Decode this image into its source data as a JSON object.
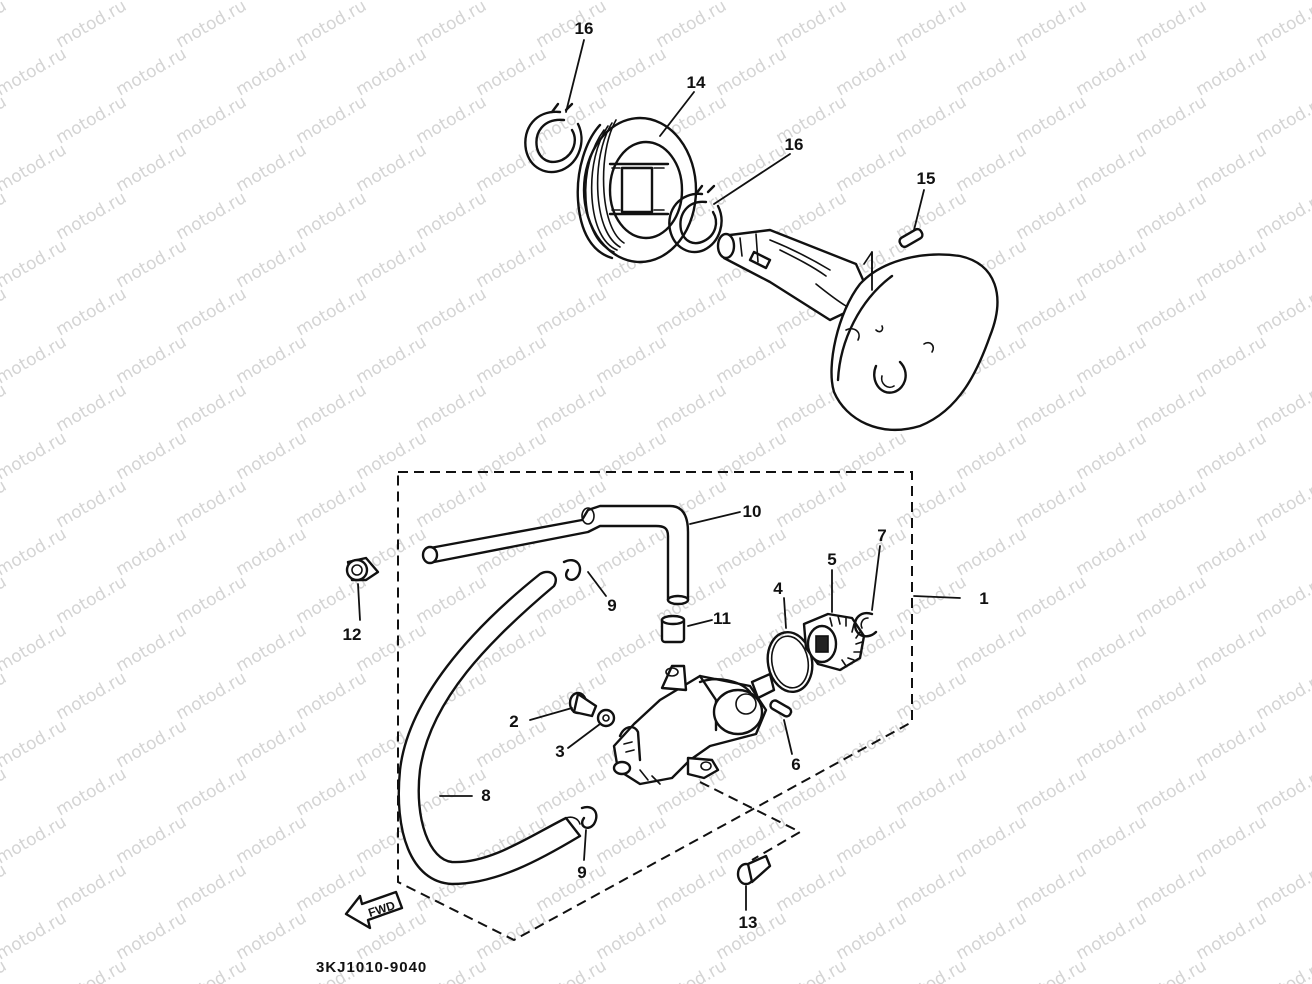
{
  "watermark": "motod.ru",
  "callouts": {
    "c1": "1",
    "c2": "2",
    "c3": "3",
    "c4": "4",
    "c5": "5",
    "c6": "6",
    "c7": "7",
    "c8": "8",
    "c9a": "9",
    "c9b": "9",
    "c10": "10",
    "c11": "11",
    "c12": "12",
    "c13": "13",
    "c14": "14",
    "c15": "15",
    "c16a": "16",
    "c16b": "16"
  },
  "fwd_label": "FWD",
  "diagram_code": "3KJ1010-9040"
}
